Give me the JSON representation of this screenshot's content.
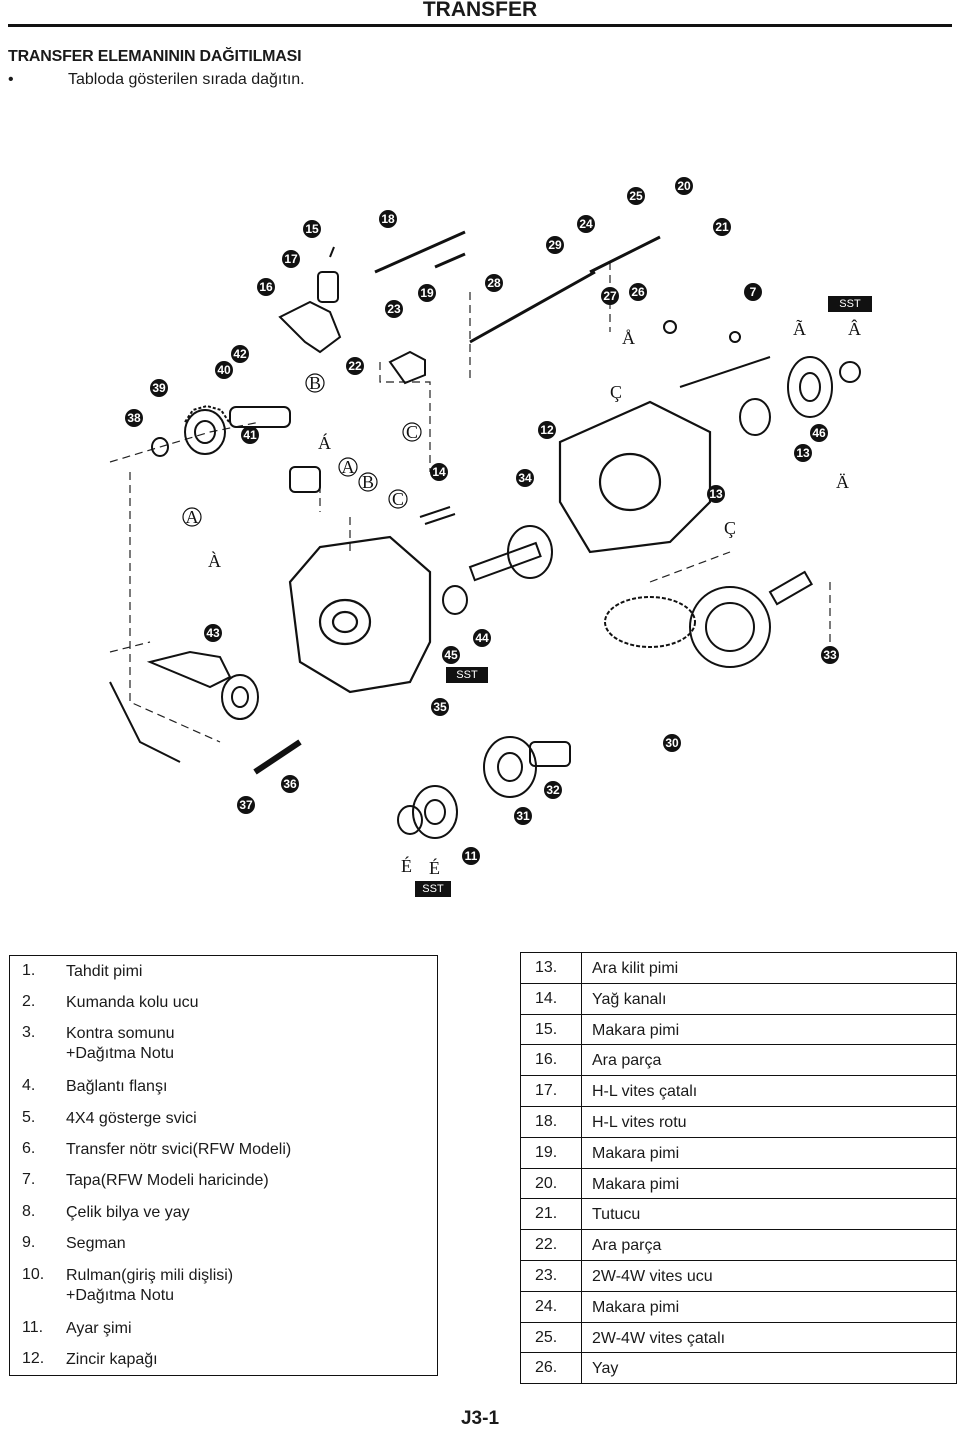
{
  "header": {
    "title": "TRANSFER"
  },
  "section": {
    "title": "TRANSFER ELEMANININ DAĞITILMASI",
    "instruction_bullet": "•",
    "instruction": "Tabloda gösterilen sırada dağıtın."
  },
  "diagram": {
    "callouts": [
      "11",
      "12",
      "13",
      "13",
      "14",
      "15",
      "16",
      "17",
      "18",
      "19",
      "20",
      "21",
      "22",
      "23",
      "24",
      "25",
      "26",
      "27",
      "28",
      "29",
      "30",
      "31",
      "32",
      "33",
      "34",
      "35",
      "36",
      "37",
      "38",
      "39",
      "40",
      "41",
      "42",
      "43",
      "44",
      "45",
      "46",
      "7"
    ],
    "letters": [
      "A",
      "B",
      "C",
      "A",
      "B",
      "C",
      "Á",
      "À",
      "Å",
      "Ç",
      "Ç",
      "Ã",
      "Â",
      "Ä",
      "É",
      "É"
    ],
    "sst_label": "SST"
  },
  "parts_left": [
    {
      "num": "1.",
      "name": "Tahdit pimi"
    },
    {
      "num": "2.",
      "name": "Kumanda kolu ucu"
    },
    {
      "num": "3.",
      "name": "Kontra somunu",
      "note": "+Dağıtma Notu"
    },
    {
      "num": "4.",
      "name": "Bağlantı flanşı"
    },
    {
      "num": "5.",
      "name": "4X4 gösterge svici"
    },
    {
      "num": "6.",
      "name": "Transfer nötr svici(RFW Modeli)"
    },
    {
      "num": "7.",
      "name": "Tapa(RFW Modeli haricinde)"
    },
    {
      "num": "8.",
      "name": "Çelik bilya ve yay"
    },
    {
      "num": "9.",
      "name": "Segman"
    },
    {
      "num": "10.",
      "name": "Rulman(giriş mili dişlisi)",
      "note": "+Dağıtma Notu"
    },
    {
      "num": "11.",
      "name": "Ayar şimi"
    },
    {
      "num": "12.",
      "name": "Zincir kapağı"
    }
  ],
  "parts_right": [
    {
      "num": "13.",
      "name": "Ara kilit pimi"
    },
    {
      "num": "14.",
      "name": "Yağ kanalı"
    },
    {
      "num": "15.",
      "name": "Makara pimi"
    },
    {
      "num": "16.",
      "name": "Ara parça"
    },
    {
      "num": "17.",
      "name": "H-L vites çatalı"
    },
    {
      "num": "18.",
      "name": "H-L vites rotu"
    },
    {
      "num": "19.",
      "name": "Makara pimi"
    },
    {
      "num": "20.",
      "name": "Makara pimi"
    },
    {
      "num": "21.",
      "name": "Tutucu"
    },
    {
      "num": "22.",
      "name": "Ara parça"
    },
    {
      "num": "23.",
      "name": "2W-4W vites ucu"
    },
    {
      "num": "24.",
      "name": "Makara pimi"
    },
    {
      "num": "25.",
      "name": "2W-4W vites çatalı"
    },
    {
      "num": "26.",
      "name": "Yay"
    }
  ],
  "footer": {
    "page_number": "J3-1"
  }
}
